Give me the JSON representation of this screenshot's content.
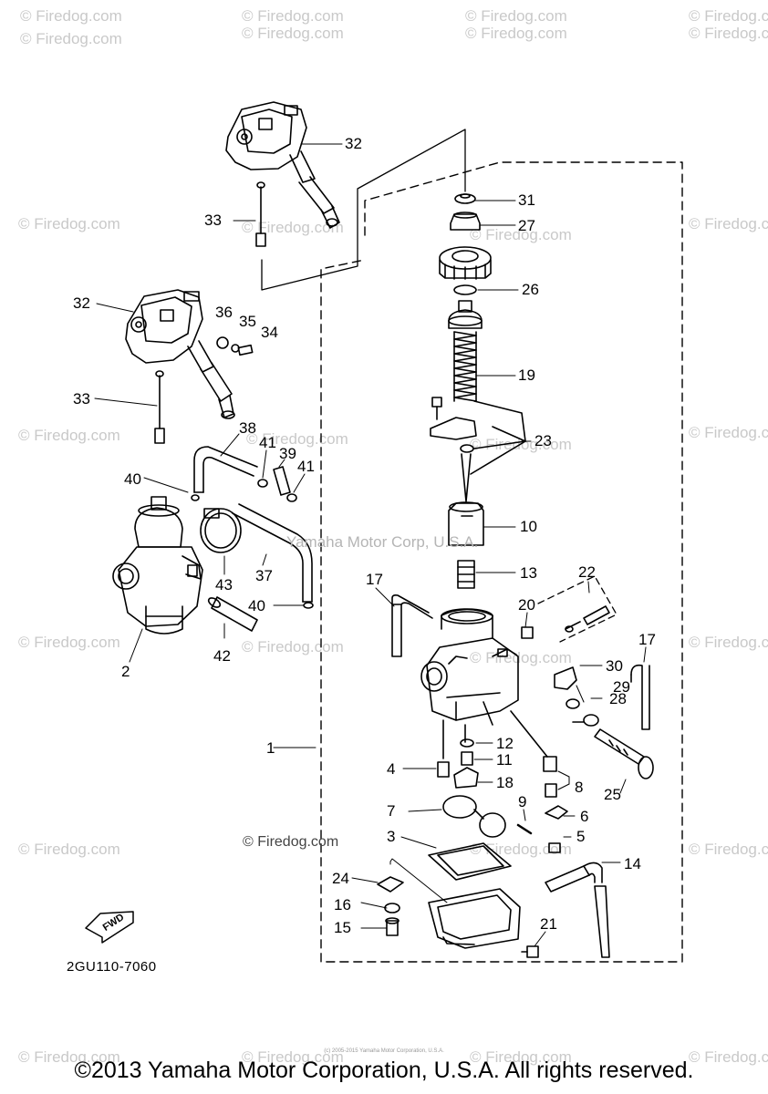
{
  "watermark": "© Firedog.com",
  "diagram": {
    "center_watermark": "Yamaha Motor Corp, U.S.A.",
    "inline_credit": "© Firedog.com",
    "drawing_code": "2GU110-7060",
    "fwd_label": "FWD"
  },
  "callouts": {
    "c32a": "32",
    "c33a": "33",
    "c31": "31",
    "c27": "27",
    "c26": "26",
    "c32b": "32",
    "c36": "36",
    "c35": "35",
    "c34": "34",
    "c19": "19",
    "c33b": "33",
    "c23": "23",
    "c38": "38",
    "c41a": "41",
    "c39": "39",
    "c41b": "41",
    "c40a": "40",
    "c10": "10",
    "c43": "43",
    "c37": "37",
    "c13": "13",
    "c17a": "17",
    "c22": "22",
    "c20": "20",
    "c40b": "40",
    "c42": "42",
    "c2": "2",
    "c30": "30",
    "c17b": "17",
    "c29": "29",
    "c28": "28",
    "c1": "1",
    "c12": "12",
    "c11": "11",
    "c4": "4",
    "c18": "18",
    "c8": "8",
    "c25": "25",
    "c9": "9",
    "c7": "7",
    "c6": "6",
    "c3": "3",
    "c5": "5",
    "c14": "14",
    "c24": "24",
    "c16": "16",
    "c15": "15",
    "c21": "21"
  },
  "footer": {
    "copyright": "©2013 Yamaha Motor Corporation, U.S.A. All rights reserved.",
    "fine_print": "(c) 2005-2015 Yamaha Motor Corporation, U.S.A."
  }
}
